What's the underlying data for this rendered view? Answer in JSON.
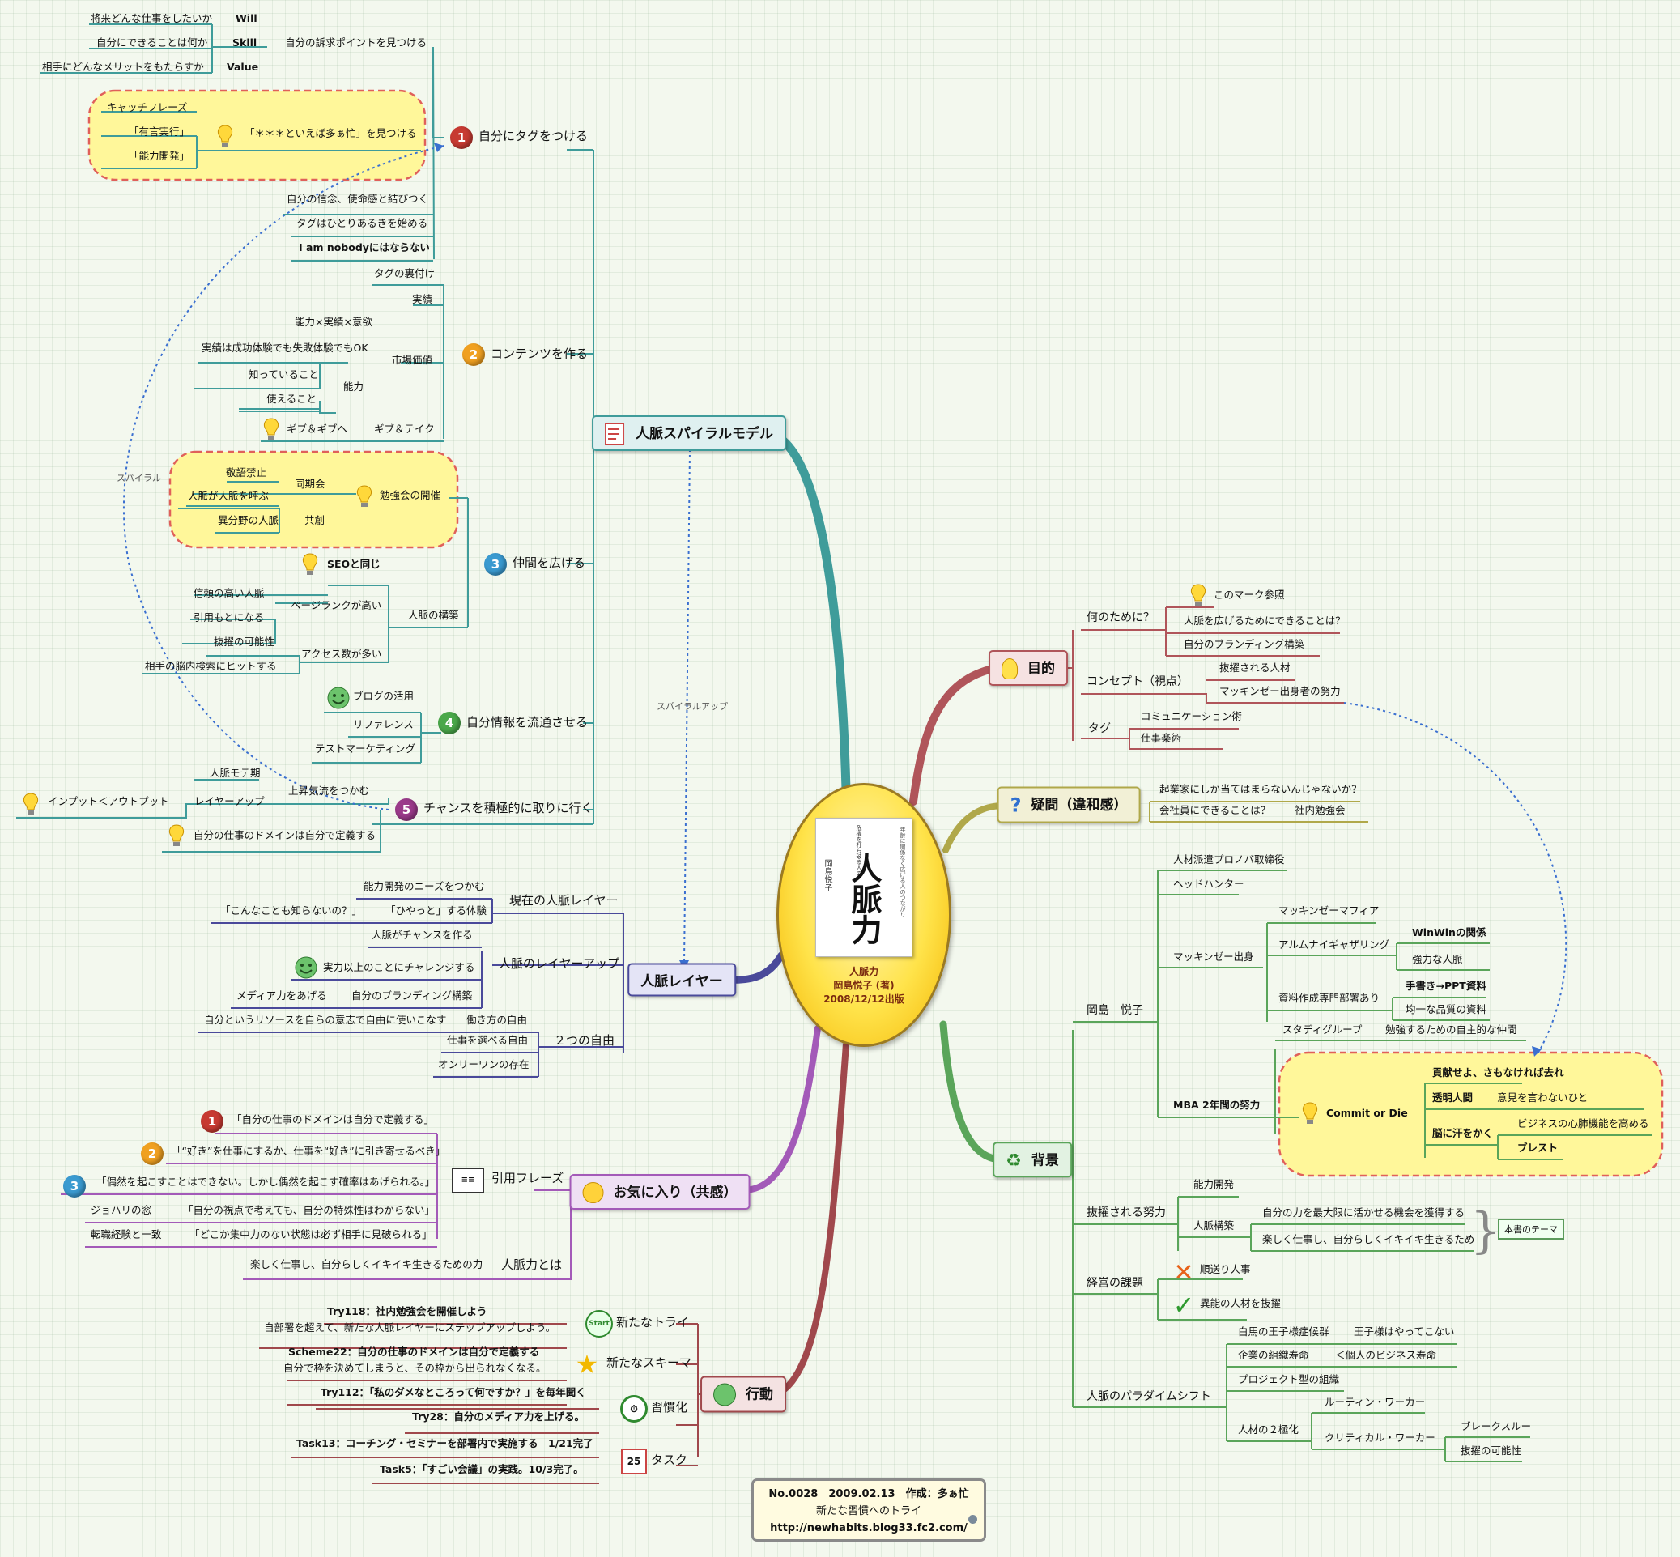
{
  "central": {
    "book_title": "人脈力",
    "book_author": "岡島悦子",
    "book_top": "危機を打ち破る人の",
    "book_sub": "年齢に関係なく広げる人のつながり",
    "title": "人脈力",
    "author": "岡島悦子 (著)",
    "date": "2008/12/12出版"
  },
  "spiral": {
    "title": "人脈スパイラルモデル",
    "spiral_label": "スパイラル",
    "spiral_up_label": "スパイラルアップ",
    "tag": {
      "title": "自分にタグをつける",
      "will": "Will",
      "will_q": "将来どんな仕事をしたいか",
      "skill": "Skill",
      "skill_q": "自分にできることは何か",
      "value": "Value",
      "value_q": "相手にどんなメリットをもたらすか",
      "appeal": "自分の訴求ポイントを見つける",
      "catchphrase": "キャッチフレーズ",
      "find": "「＊＊＊といえば多ぁ忙」を見つける",
      "ex1": "「有言実行」",
      "ex2": "「能力開発」",
      "belief": "自分の信念、使命感と結びつく",
      "walk": "タグはひとりあるきを始める",
      "nobody": "I am nobodyにはならない"
    },
    "contents": {
      "title": "コンテンツを作る",
      "backing": "タグの裏付け",
      "results": "実績",
      "market": "市場価値",
      "formula": "能力×実績×意欲",
      "fail_ok": "実績は成功体験でも失敗体験でもOK",
      "ability": "能力",
      "know": "知っていること",
      "use": "使えること",
      "give_give": "ギブ＆ギブへ",
      "give_take": "ギブ＆テイク"
    },
    "friends": {
      "title": "仲間を広げる",
      "no_keigo": "敬語禁止",
      "classmates": "同期会",
      "calls": "人脈が人脈を呼ぶ",
      "study": "勉強会の開催",
      "other_field": "異分野の人脈",
      "co_create": "共創",
      "seo": "SEOと同じ",
      "trusted": "信頼の高い人脈",
      "pagerank": "ページランクが高い",
      "cited": "引用もとになる",
      "build": "人脈の構築",
      "hire": "抜擢の可能性",
      "access": "アクセス数が多い",
      "search_hit": "相手の脳内検索にヒットする"
    },
    "distribute": {
      "title": "自分情報を流通させる",
      "blog": "ブログの活用",
      "reference": "リファレンス",
      "test_marketing": "テストマーケティング"
    },
    "chance": {
      "title": "チャンスを積極的に取りに行く",
      "mote": "人脈モテ期",
      "layer_up": "レイヤーアップ",
      "io": "インプット＜アウトプット",
      "updraft": "上昇気流をつかむ",
      "domain": "自分の仕事のドメインは自分で定義する"
    }
  },
  "layer": {
    "title": "人脈レイヤー",
    "current": {
      "title": "現在の人脈レイヤー",
      "needs": "能力開発のニーズをつかむ",
      "dont_know": "「こんなことも知らないの？」",
      "hiyari": "「ひやっと」する体験"
    },
    "up": {
      "title": "人脈のレイヤーアップ",
      "chance": "人脈がチャンスを作る",
      "challenge": "実力以上のことにチャレンジする",
      "media": "メディア力をあげる",
      "branding": "自分のブランディング構築"
    },
    "freedom": {
      "title": "２つの自由",
      "resource": "自分というリソースを自らの意志で自由に使いこなす",
      "work_style": "働き方の自由",
      "choose": "仕事を選べる自由",
      "only_one": "オンリーワンの存在"
    }
  },
  "favorite": {
    "title": "お気に入り（共感）",
    "quotes_title": "引用フレーズ",
    "q1": "「自分の仕事のドメインは自分で定義する」",
    "q2": "「“好き”を仕事にするか、仕事を“好き”に引き寄せるべき」",
    "q3": "「偶然を起こすことはできない。しかし偶然を起こす確率はあげられる。」",
    "johari": "ジョハリの窓",
    "johari_q": "「自分の視点で考えても、自分の特殊性はわからない」",
    "transfer": "転職経験と一致",
    "transfer_q": "「どこか集中力のない状態は必ず相手に見破られる」",
    "power_title": "人脈力とは",
    "power_def": "楽しく仕事し、自分らしくイキイキ生きるための力"
  },
  "action": {
    "title": "行動",
    "try_title": "新たなトライ",
    "start_label": "Start",
    "try118_a": "Try118：社内勉強会を開催しよう",
    "try118_b": "自部署を超えて、新たな人脈レイヤーにステップアップしよう。",
    "schema_title": "新たなスキーマ",
    "scheme22_a": "Scheme22：自分の仕事のドメインは自分で定義する",
    "scheme22_b": "自分で枠を決めてしまうと、その枠から出られなくなる。",
    "habit_title": "習慣化",
    "try112": "Try112：「私のダメなところって何ですか？」を毎年聞く",
    "try28": "Try28：自分のメディア力を上げる。",
    "task_title": "タスク",
    "calendar_day": "25",
    "task13": "Task13：コーチング・セミナーを部署内で実施する　1/21完了",
    "task5": "Task5：「すごい会議」の実践。10/3完了。"
  },
  "purpose": {
    "title": "目的",
    "why": "何のために？",
    "mark": "このマーク参照",
    "expand": "人脈を広げるためにできることは？",
    "branding": "自分のブランディング構築",
    "concept": "コンセプト（視点）",
    "picked": "抜擢される人材",
    "effort": "マッキンゼー出身者の努力",
    "tag": "タグ",
    "communication": "コミュニケーション術",
    "tips": "仕事楽術"
  },
  "question": {
    "title": "疑問（違和感）",
    "q1": "起業家にしか当てはまらないんじゃないか？",
    "q2": "会社員にできることは？",
    "q2_ans": "社内勉強会"
  },
  "background": {
    "title": "背景",
    "okajima": "岡島　悦子",
    "pronova": "人材派遣プロノバ取締役",
    "headhunter": "ヘッドハンター",
    "mckinsey": "マッキンゼー出身",
    "mafia": "マッキンゼーマフィア",
    "alumni": "アルムナイギャザリング",
    "winwin": "WinWinの関係",
    "strong": "強力な人脈",
    "docs_dept": "資料作成専門部署あり",
    "handwriting": "手書き→PPT資料",
    "quality": "均一な品質の資料",
    "mba": "MBA 2年間の努力",
    "study_group": "スタディグループ",
    "voluntary": "勉強するための自主的な仲間",
    "commit": "Commit or Die",
    "contribute": "貢献せよ、さもなければ去れ",
    "transparent": "透明人間",
    "silent": "意見を言わないひと",
    "sweat": "脳に汗をかく",
    "heart": "ビジネスの心肺機能を高める",
    "brainstorm": "ブレスト",
    "picked_effort": "抜擢される努力",
    "ability": "能力開発",
    "network": "人脈構築",
    "opportunity": "自分の力を最大限に活かせる機会を獲得する",
    "enjoy": "楽しく仕事し、自分らしくイキイキ生きるため",
    "theme": "本書のテーマ",
    "issue": "経営の課題",
    "seniority": "順送り人事",
    "talent": "異能の人材を抜擢",
    "shift": "人脈のパラダイムシフト",
    "prince": "白馬の王子様症候群",
    "prince_no": "王子様はやってこない",
    "company_life": "企業の組織寿命",
    "business_life": "＜個人のビジネス寿命",
    "project": "プロジェクト型の組織",
    "polar": "人材の２極化",
    "routine": "ルーティン・ワーカー",
    "critical": "クリティカル・ワーカー",
    "breakthrough": "ブレークスルー",
    "hire_chance": "抜擢の可能性"
  },
  "footer": {
    "line1": "No.0028　2009.02.13　作成：多ぁ忙",
    "line2": "新たな習慣へのトライ",
    "line3": "http://newhabits.blog33.fc2.com/"
  },
  "colors": {
    "teal": "#3f9c9a",
    "red": "#b0555a",
    "olive": "#b0a84a",
    "green": "#5aa55a",
    "purple": "#a35ab8",
    "navy": "#4a4a9a",
    "maroon": "#a0484c"
  }
}
